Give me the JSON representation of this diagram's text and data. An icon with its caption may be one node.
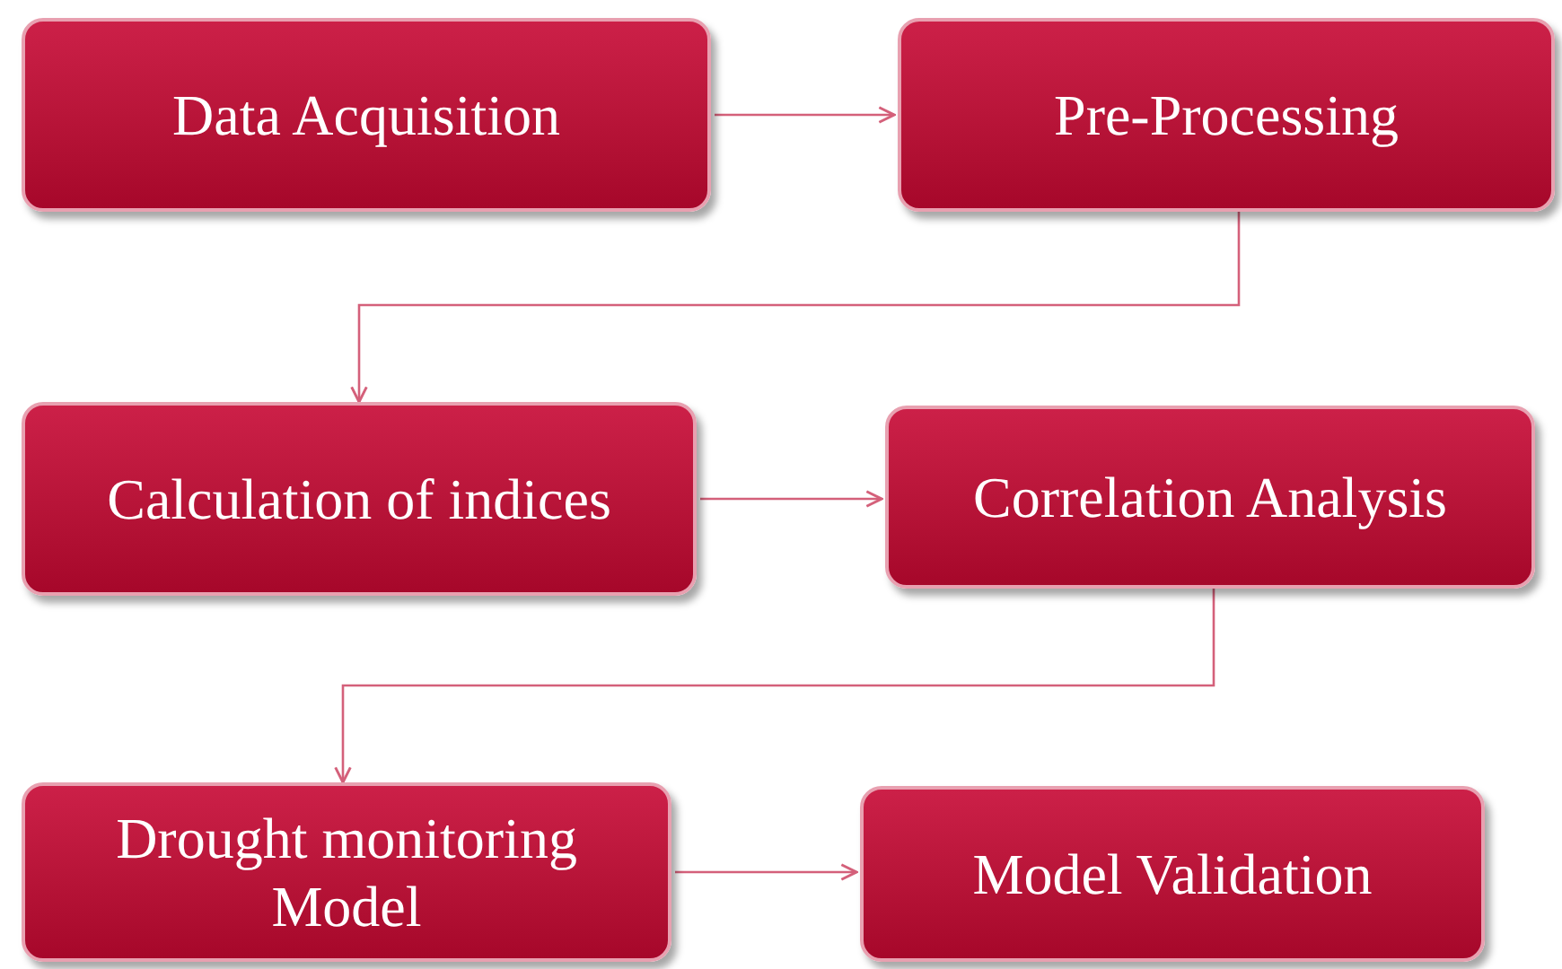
{
  "diagram": {
    "nodes": [
      {
        "text": [
          "Data Acquisition"
        ]
      },
      {
        "text": [
          "Pre-Processing"
        ]
      },
      {
        "text": [
          "Calculation of indices"
        ]
      },
      {
        "text": [
          "Correlation Analysis"
        ]
      },
      {
        "text": [
          "Drought monitoring Model"
        ]
      },
      {
        "text": [
          "Model Validation"
        ]
      }
    ],
    "edges": [
      {
        "from": 0,
        "to": 1,
        "arrow": "to"
      },
      {
        "from": 1,
        "to": 2,
        "arrow": "to"
      },
      {
        "from": 2,
        "to": 3,
        "arrow": "to"
      },
      {
        "from": 3,
        "to": 4,
        "arrow": "to"
      },
      {
        "from": 4,
        "to": 5,
        "arrow": "to"
      }
    ]
  }
}
